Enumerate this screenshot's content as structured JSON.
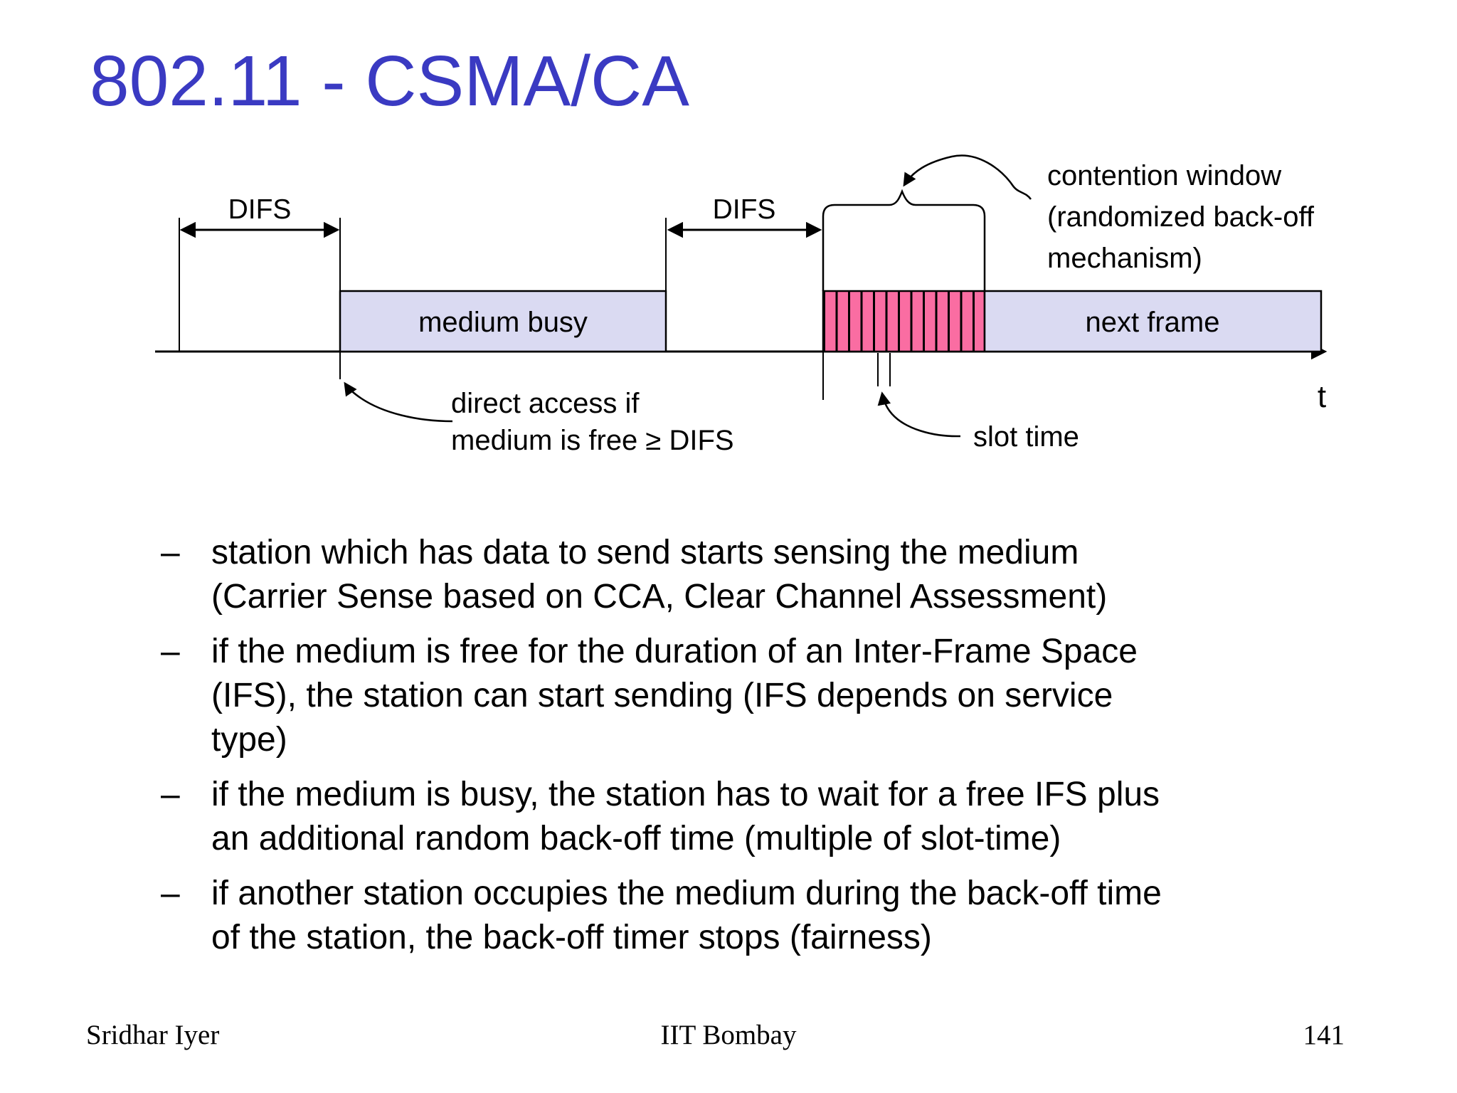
{
  "slide": {
    "title": "802.11 - CSMA/CA"
  },
  "colors": {
    "title_blue": "#3A3AC2",
    "box_lavender": "#DADAF2",
    "stripe_pink": "#FA6DA2",
    "ink": "#000000"
  },
  "diagram": {
    "difs_left_label": "DIFS",
    "difs_right_label": "DIFS",
    "medium_busy_label": "medium busy",
    "next_frame_label": "next frame",
    "contention_line1": "contention window",
    "contention_line2": "(randomized back-off",
    "contention_line3": "mechanism)",
    "direct_access_line1": "direct access if",
    "direct_access_line2": "medium is free ≥  DIFS",
    "slot_time_label": "slot time",
    "time_axis_label": "t"
  },
  "bullets": [
    {
      "marker": "–",
      "text": "station which has data to send starts sensing the medium\n(Carrier Sense based on CCA, Clear Channel Assessment)"
    },
    {
      "marker": "–",
      "text": "if the medium is free for the duration of an Inter-Frame Space\n(IFS), the station can start sending (IFS depends on service\ntype)"
    },
    {
      "marker": "–",
      "text": "if the medium is busy, the station has to wait for a free IFS plus\nan additional random back-off time (multiple of slot-time)"
    },
    {
      "marker": "–",
      "text": "if another station occupies the medium during the back-off time\nof the station, the back-off timer stops (fairness)"
    }
  ],
  "footer": {
    "author": "Sridhar Iyer",
    "institution": "IIT Bombay",
    "page_number": "141"
  }
}
